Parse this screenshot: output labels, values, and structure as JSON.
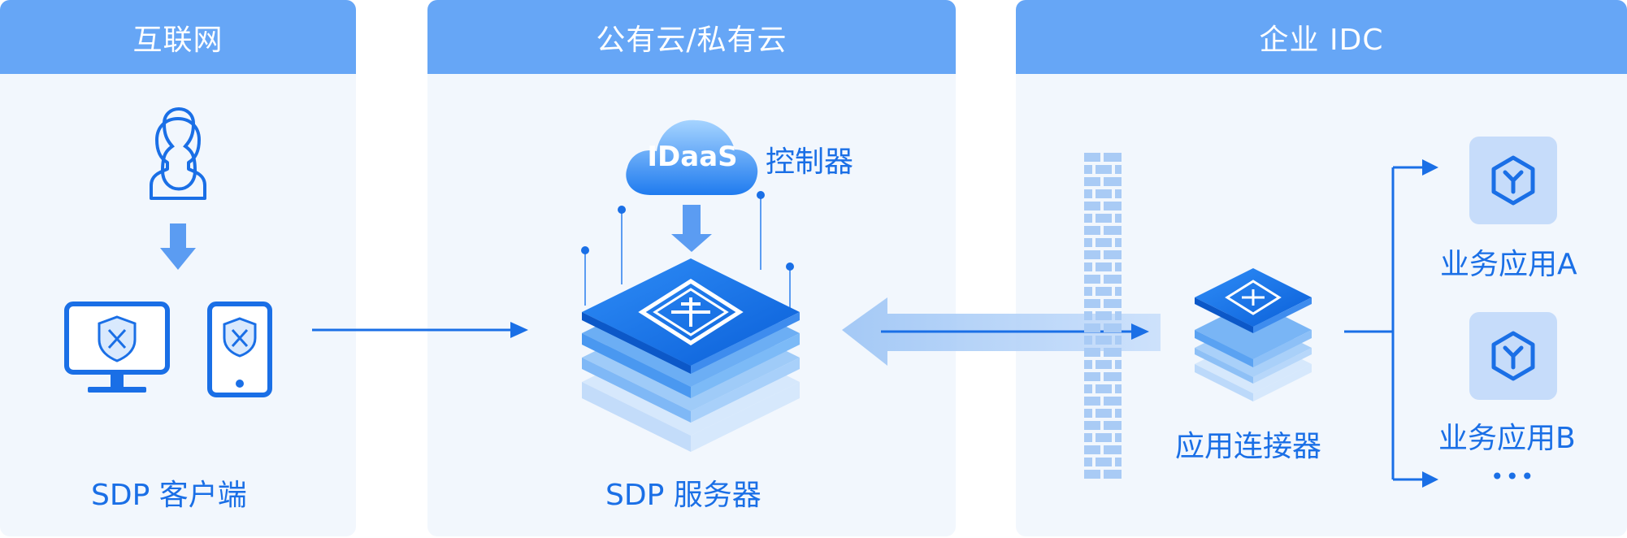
{
  "colors": {
    "panel_bg": "#f2f7fd",
    "header_bg": "#66a6f6",
    "accent": "#1a6fe6",
    "light_blue": "#a9cbf5"
  },
  "sections": {
    "internet": {
      "title": "互联网"
    },
    "cloud": {
      "title": "公有云/私有云"
    },
    "idc": {
      "title": "企业 IDC"
    }
  },
  "nodes": {
    "client_label": "SDP 客户端",
    "server_label": "SDP 服务器",
    "idaas_text": "IDaaS",
    "controller_label": "控制器",
    "connector_label": "应用连接器",
    "app_a_label": "业务应用A",
    "app_b_label": "业务应用B",
    "more_label": "•••"
  },
  "icons": {
    "user": "user-icon",
    "monitor": "monitor-shield-icon",
    "phone": "phone-shield-icon",
    "cloud": "cloud-icon",
    "server": "server-stack-icon",
    "firewall": "firewall-icon",
    "connector": "connector-stack-icon",
    "app": "app-cube-icon"
  }
}
